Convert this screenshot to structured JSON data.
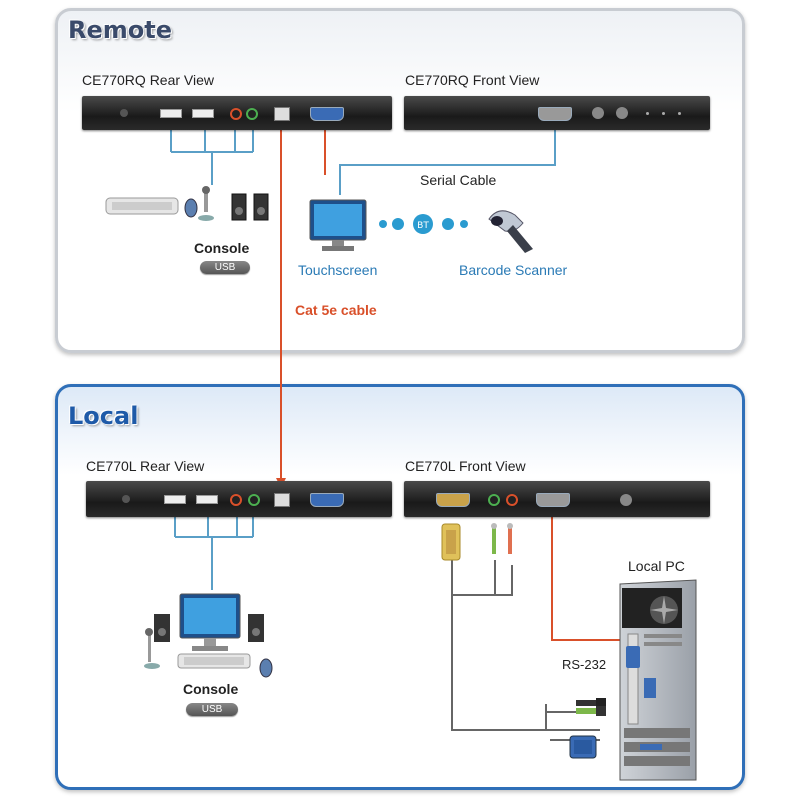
{
  "remote": {
    "title": "Remote",
    "rear_view_label": "CE770RQ Rear View",
    "front_view_label": "CE770RQ Front View",
    "serial_cable_label": "Serial Cable",
    "console_label": "Console",
    "console_badge": "USB",
    "touchscreen_label": "Touchscreen",
    "barcode_label": "Barcode Scanner"
  },
  "cable_label": "Cat 5e cable",
  "local": {
    "title": "Local",
    "rear_view_label": "CE770L Rear View",
    "front_view_label": "CE770L Front View",
    "local_pc_label": "Local PC",
    "rs232_label": "RS-232",
    "console_label": "Console",
    "console_badge": "USB"
  },
  "colors": {
    "cat5e_cable": "#d9502a",
    "console_wire": "#5a9fc7",
    "local_title": "#1e5aa8",
    "remote_title": "#3a4a6a"
  }
}
